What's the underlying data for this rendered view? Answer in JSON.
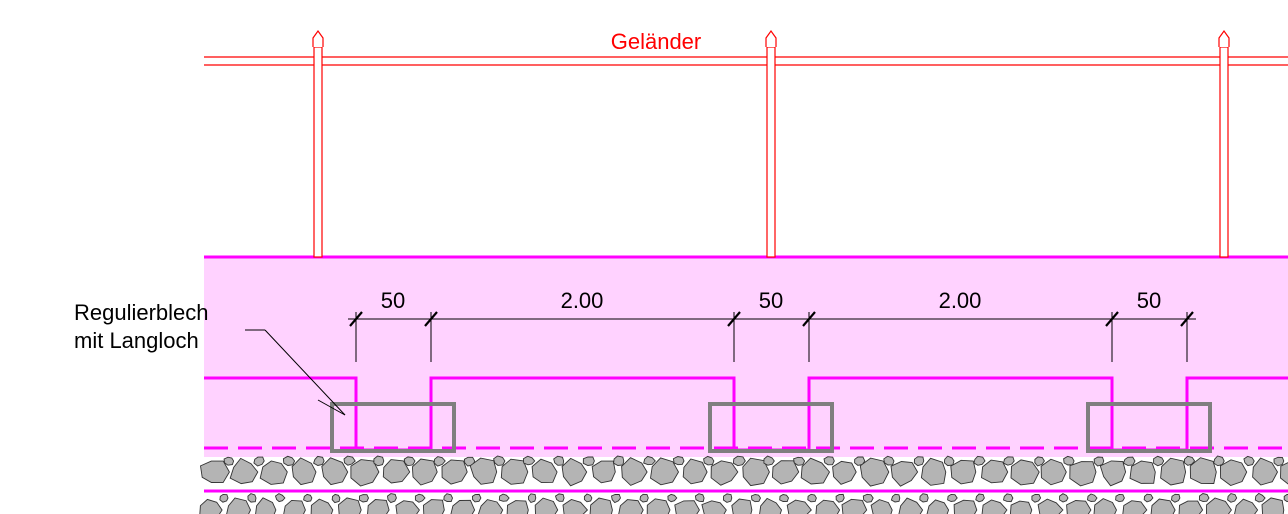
{
  "railing": {
    "label": "Geländer",
    "color": "#ff0000"
  },
  "annotation": {
    "line1": "Regulierblech",
    "line2": "mit Langloch"
  },
  "dimensions": [
    "50",
    "2.00",
    "50",
    "2.00",
    "50"
  ],
  "colors": {
    "magenta": "#ff00ff",
    "fill": "#ffd2ff",
    "plate": "#7f7f7f",
    "stone": "#b4b4b4"
  }
}
